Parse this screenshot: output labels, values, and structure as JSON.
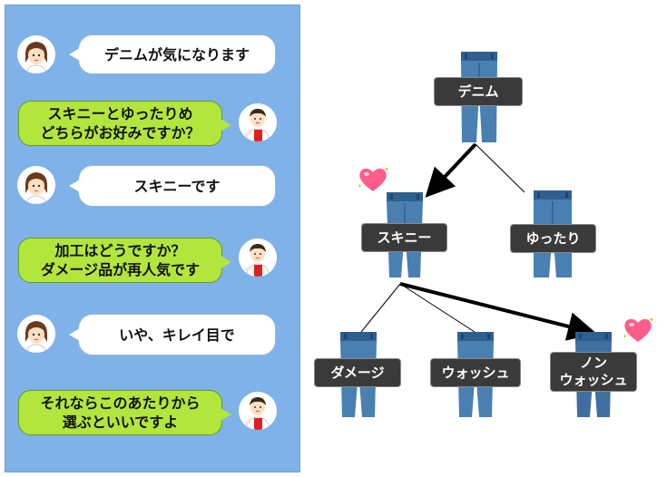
{
  "chat": {
    "messages": [
      {
        "speaker": "customer",
        "text": "デニムが気になります"
      },
      {
        "speaker": "staff",
        "line1": "スキニーとゆったりめ",
        "line2": "どちらがお好みですか？"
      },
      {
        "speaker": "customer",
        "text": "スキニーです"
      },
      {
        "speaker": "staff",
        "line1": "加工はどうですか？",
        "line2": "ダメージ品が再人気です"
      },
      {
        "speaker": "customer",
        "text": "いや、キレイ目で"
      },
      {
        "speaker": "staff",
        "line1": "それならこのあたりから",
        "line2": "選ぶといいですよ"
      }
    ]
  },
  "tree": {
    "root": "デニム",
    "level2": {
      "left": "スキニー",
      "right": "ゆったり"
    },
    "level3": {
      "a": "ダメージ",
      "b": "ウォッシュ",
      "c_line1": "ノン",
      "c_line2": "ウォッシュ"
    }
  },
  "icons": {
    "heart": "heart-icon",
    "customer": "woman-avatar-icon",
    "staff": "clerk-avatar-icon",
    "jeans": "jeans-icon"
  },
  "colors": {
    "panel": "#7fb2e8",
    "staff_bubble": "#b3e63c",
    "node": "#3a3a3a",
    "heart": "#ff5c8a"
  }
}
